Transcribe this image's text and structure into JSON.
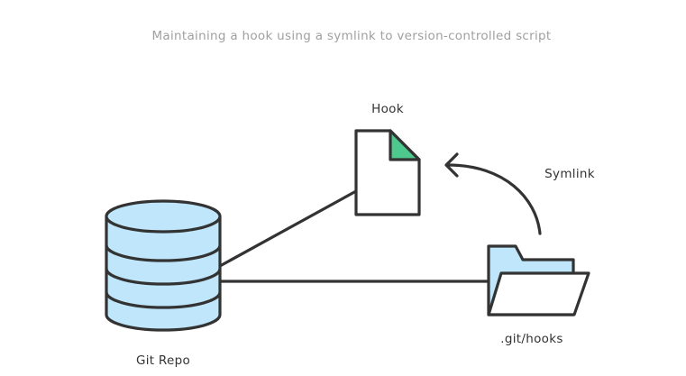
{
  "title": "Maintaining a hook using a symlink to version-controlled script",
  "nodes": {
    "hook": {
      "label": "Hook"
    },
    "git_repo": {
      "label": "Git Repo"
    },
    "git_hooks": {
      "label": ".git/hooks"
    }
  },
  "edges": {
    "symlink": {
      "label": "Symlink"
    }
  },
  "colors": {
    "outline": "#333333",
    "database_fill": "#bfe6fb",
    "folder_fill": "#bfe6fb",
    "hook_corner": "#4dc98e",
    "document_fill": "#ffffff",
    "caption_text": "#a0a0a0"
  }
}
